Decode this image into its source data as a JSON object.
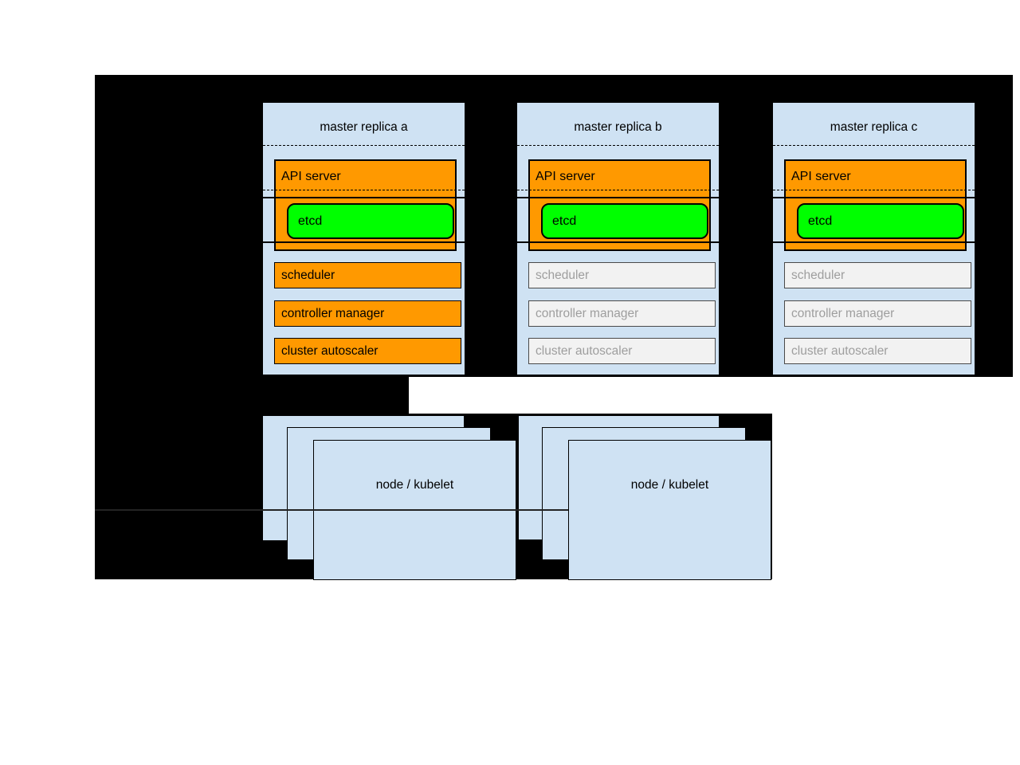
{
  "colors": {
    "page_background": "#ffffff",
    "canvas_black": "#000000",
    "box_blue": "#cfe2f3",
    "active_orange": "#ff9900",
    "etcd_green": "#00ff00",
    "standby_fill": "#f2f2f2",
    "standby_text": "#9e9e9e",
    "standby_border": "#4a4a4a"
  },
  "master_replicas": [
    {
      "title": "master replica a",
      "api_server_label": "API server",
      "etcd_label": "etcd",
      "state": "active",
      "components": [
        {
          "label": "scheduler",
          "state": "active"
        },
        {
          "label": "controller manager",
          "state": "active"
        },
        {
          "label": "cluster autoscaler",
          "state": "active"
        }
      ]
    },
    {
      "title": "master replica b",
      "api_server_label": "API server",
      "etcd_label": "etcd",
      "state": "standby",
      "components": [
        {
          "label": "scheduler",
          "state": "standby"
        },
        {
          "label": "controller manager",
          "state": "standby"
        },
        {
          "label": "cluster autoscaler",
          "state": "standby"
        }
      ]
    },
    {
      "title": "master replica c",
      "api_server_label": "API server",
      "etcd_label": "etcd",
      "state": "standby",
      "components": [
        {
          "label": "scheduler",
          "state": "standby"
        },
        {
          "label": "controller manager",
          "state": "standby"
        },
        {
          "label": "cluster autoscaler",
          "state": "standby"
        }
      ]
    }
  ],
  "node_groups": [
    {
      "label": "node / kubelet"
    },
    {
      "label": "node / kubelet"
    }
  ]
}
